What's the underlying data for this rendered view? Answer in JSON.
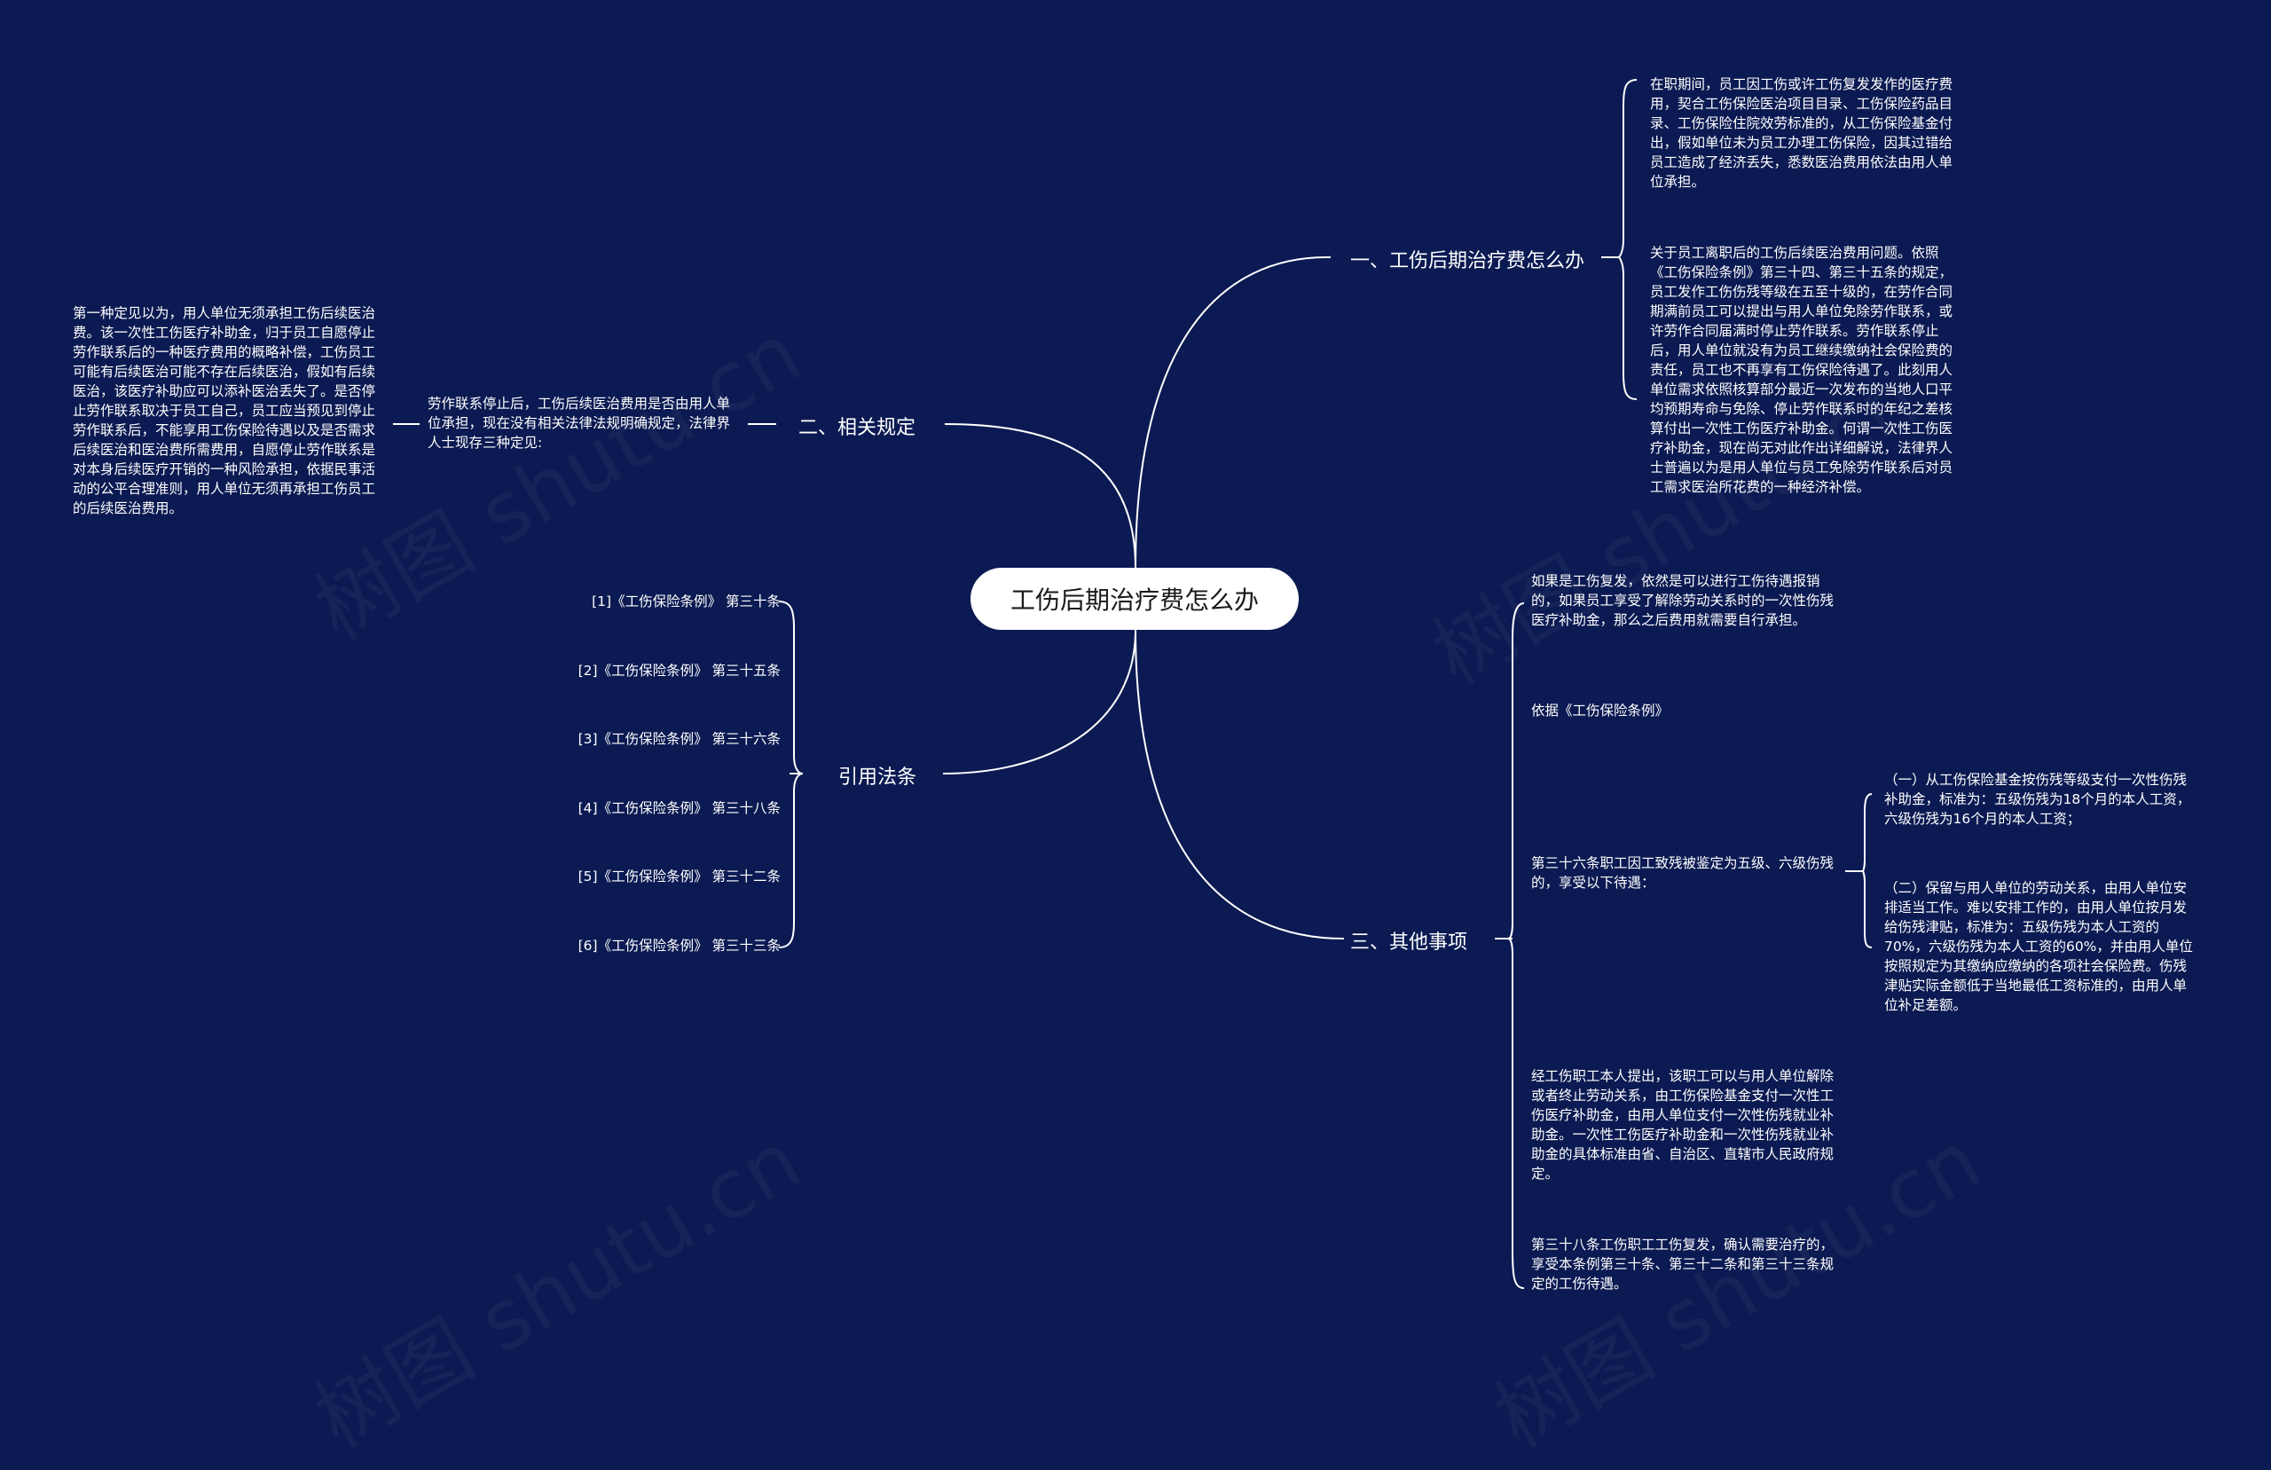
{
  "root": "工伤后期治疗费怎么办",
  "watermark": "树图 shutu.cn",
  "branches": {
    "b1": "一、工伤后期治疗费怎么办",
    "b2": "二、相关规定",
    "b3": "三、其他事项",
    "b4": "引用法条"
  },
  "b1_leaves": [
    "在职期间，员工因工伤或许工伤复发发作的医疗费用，契合工伤保险医治项目目录、工伤保险药品目录、工伤保险住院效劳标准的，从工伤保险基金付出，假如单位未为员工办理工伤保险，因其过错给员工造成了经济丢失，悉数医治费用依法由用人单位承担。",
    "关于员工离职后的工伤后续医治费用问题。依照《工伤保险条例》第三十四、第三十五条的规定，员工发作工伤伤残等级在五至十级的，在劳作合同期满前员工可以提出与用人单位免除劳作联系，或许劳作合同届满时停止劳作联系。劳作联系停止后，用人单位就没有为员工继续缴纳社会保险费的责任，员工也不再享有工伤保险待遇了。此刻用人单位需求依照核算部分最近一次发布的当地人口平均预期寿命与免除、停止劳作联系时的年纪之差核算付出一次性工伤医疗补助金。何谓一次性工伤医疗补助金，现在尚无对此作出详细解说，法律界人士普遍以为是用人单位与员工免除劳作联系后对员工需求医治所花费的一种经济补偿。"
  ],
  "b2_mid": "劳作联系停止后，工伤后续医治费用是否由用人单位承担，现在没有相关法律法规明确规定，法律界人士现存三种定见:",
  "b2_leaf": "第一种定见以为，用人单位无须承担工伤后续医治费。该一次性工伤医疗补助金，归于员工自愿停止劳作联系后的一种医疗费用的概略补偿，工伤员工可能有后续医治可能不存在后续医治，假如有后续医治，该医疗补助应可以添补医治丢失了。是否停止劳作联系取决于员工自己，员工应当预见到停止劳作联系后，不能享用工伤保险待遇以及是否需求后续医治和医治费所需费用，自愿停止劳作联系是对本身后续医疗开销的一种风险承担，依据民事活动的公平合理准则，用人单位无须再承担工伤员工的后续医治费用。",
  "b3_leaves": [
    "如果是工伤复发，依然是可以进行工伤待遇报销的，如果员工享受了解除劳动关系时的一次性伤残医疗补助金，那么之后费用就需要自行承担。",
    "依据《工伤保险条例》",
    "第三十六条职工因工致残被鉴定为五级、六级伤残的，享受以下待遇：",
    "经工伤职工本人提出，该职工可以与用人单位解除或者终止劳动关系，由工伤保险基金支付一次性工伤医疗补助金，由用人单位支付一次性伤残就业补助金。一次性工伤医疗补助金和一次性伤残就业补助金的具体标准由省、自治区、直辖市人民政府规定。",
    "第三十八条工伤职工工伤复发，确认需要治疗的，享受本条例第三十条、第三十二条和第三十三条规定的工伤待遇。"
  ],
  "b3_sub": [
    "（一）从工伤保险基金按伤残等级支付一次性伤残补助金，标准为：五级伤残为18个月的本人工资，六级伤残为16个月的本人工资；",
    "（二）保留与用人单位的劳动关系，由用人单位安排适当工作。难以安排工作的，由用人单位按月发给伤残津贴，标准为：五级伤残为本人工资的70%，六级伤残为本人工资的60%，并由用人单位按照规定为其缴纳应缴纳的各项社会保险费。伤残津贴实际金额低于当地最低工资标准的，由用人单位补足差额。"
  ],
  "b4_refs": [
    "[1]《工伤保险条例》 第三十条",
    "[2]《工伤保险条例》 第三十五条",
    "[3]《工伤保险条例》 第三十六条",
    "[4]《工伤保险条例》 第三十八条",
    "[5]《工伤保险条例》 第三十二条",
    "[6]《工伤保险条例》 第三十三条"
  ]
}
